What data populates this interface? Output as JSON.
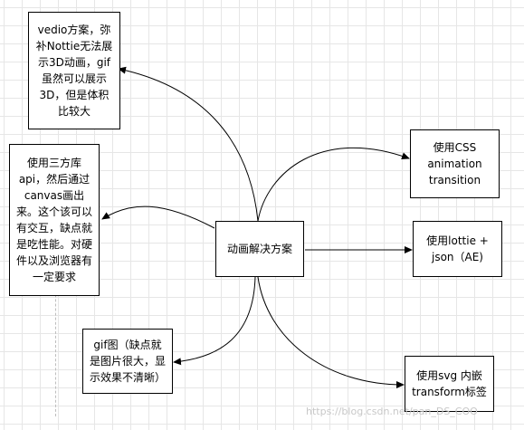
{
  "nodes": {
    "center": "动画解决方案",
    "video": "vedio方案，弥\n补Nottie无法展\n示3D动画，gif\n虽然可以展示\n3D，但是体积\n比较大",
    "third_party": "使用三方库\napi，然后通过\ncanvas画出\n来。这个该可以\n有交互，缺点就\n是吃性能。对硬\n件以及浏览器有\n一定要求",
    "gif": "gif图（缺点就\n是图片很大，显\n示效果不清晰）",
    "css": "使用CSS\nanimation\ntransition",
    "lottie": "使用lottie +\njson（AE)",
    "svg": "使用svg 内嵌\ntransform标签"
  },
  "watermark": "https://blog.csdn.net/pan_DS_COO"
}
